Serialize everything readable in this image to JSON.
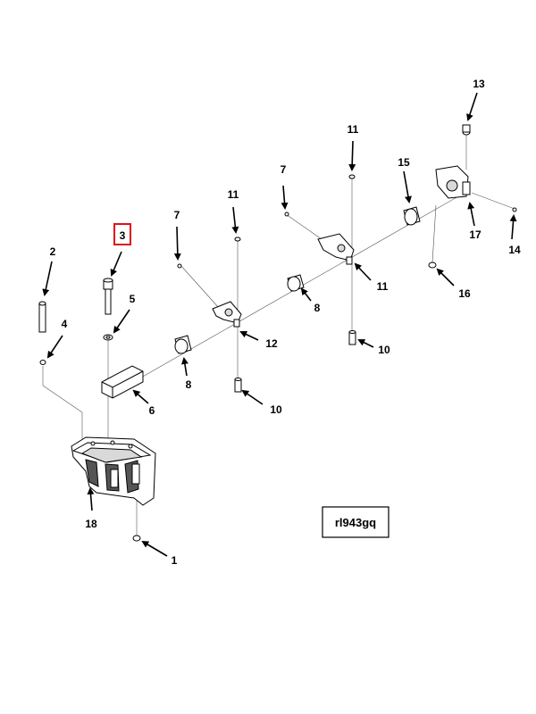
{
  "diagram": {
    "reference_code": "rl943gq",
    "highlight_color": "#e0101a",
    "highlighted_callout": "3",
    "callouts": [
      {
        "id": "c1",
        "label": "1"
      },
      {
        "id": "c2",
        "label": "2"
      },
      {
        "id": "c3",
        "label": "3"
      },
      {
        "id": "c4",
        "label": "4"
      },
      {
        "id": "c5",
        "label": "5"
      },
      {
        "id": "c6",
        "label": "6"
      },
      {
        "id": "c7a",
        "label": "7"
      },
      {
        "id": "c7b",
        "label": "7"
      },
      {
        "id": "c8a",
        "label": "8"
      },
      {
        "id": "c8b",
        "label": "8"
      },
      {
        "id": "c10a",
        "label": "10"
      },
      {
        "id": "c10b",
        "label": "10"
      },
      {
        "id": "c11a",
        "label": "11"
      },
      {
        "id": "c11b",
        "label": "11"
      },
      {
        "id": "c11c",
        "label": "11"
      },
      {
        "id": "c12",
        "label": "12"
      },
      {
        "id": "c13",
        "label": "13"
      },
      {
        "id": "c14",
        "label": "14"
      },
      {
        "id": "c15",
        "label": "15"
      },
      {
        "id": "c16",
        "label": "16"
      },
      {
        "id": "c17",
        "label": "17"
      },
      {
        "id": "c18",
        "label": "18"
      }
    ]
  }
}
